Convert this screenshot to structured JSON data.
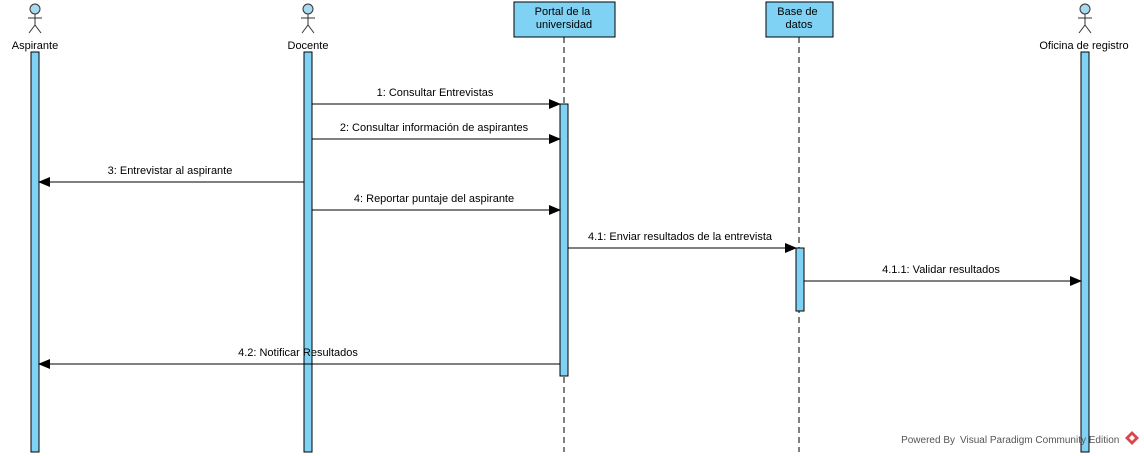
{
  "diagram": {
    "type": "sequence",
    "participants": [
      {
        "id": "aspirante",
        "label": "Aspirante",
        "kind": "actor"
      },
      {
        "id": "docente",
        "label": "Docente",
        "kind": "actor"
      },
      {
        "id": "portal",
        "label": "Portal de la\nuniversidad",
        "kind": "object"
      },
      {
        "id": "bd",
        "label": "Base de\ndatos",
        "kind": "object"
      },
      {
        "id": "oficina",
        "label": "Oficina de registro",
        "kind": "actor"
      }
    ],
    "messages": [
      {
        "label": "1: Consultar Entrevistas",
        "from": "docente",
        "to": "portal"
      },
      {
        "label": "2: Consultar información de aspirantes",
        "from": "docente",
        "to": "portal"
      },
      {
        "label": "3: Entrevistar al aspirante",
        "from": "docente",
        "to": "aspirante"
      },
      {
        "label": "4: Reportar puntaje del aspirante",
        "from": "docente",
        "to": "portal"
      },
      {
        "label": "4.1: Enviar resultados de la entrevista",
        "from": "portal",
        "to": "bd"
      },
      {
        "label": "4.1.1: Validar resultados",
        "from": "bd",
        "to": "oficina"
      },
      {
        "label": "4.2: Notificar Resultados",
        "from": "portal",
        "to": "aspirante"
      }
    ]
  },
  "watermark": {
    "prefix": "Powered By",
    "product": "Visual Paradigm Community Edition"
  },
  "colors": {
    "object_fill": "#7fd2f3",
    "activation_fill": "#7fd2f3",
    "actor_fill": "#a9d9ee",
    "stroke": "#000000",
    "logo": "#d9474b"
  }
}
